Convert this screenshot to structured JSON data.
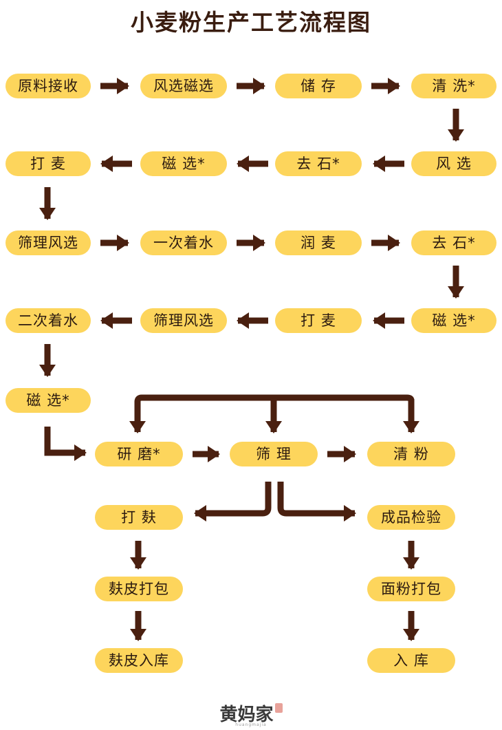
{
  "title": "小麦粉生产工艺流程图",
  "colors": {
    "node": "#fdd55c",
    "arrow": "#4a2010",
    "text": "#2b1a10"
  },
  "nodes": {
    "n1": "原料接收",
    "n2": "风选磁选",
    "n3": "储 存",
    "n4": "清 洗*",
    "n5": "风 选",
    "n6": "去 石*",
    "n7": "磁 选*",
    "n8": "打 麦",
    "n9": "筛理风选",
    "n10": "一次着水",
    "n11": "润 麦",
    "n12": "去 石*",
    "n13": "磁 选*",
    "n14": "打 麦",
    "n15": "筛理风选",
    "n16": "二次着水",
    "n17": "磁 选*",
    "n18": "研 磨*",
    "n19": "筛 理",
    "n20": "清 粉",
    "n21": "打 麸",
    "n22": "成品检验",
    "n23": "麸皮打包",
    "n24": "面粉打包",
    "n25": "麸皮入库",
    "n26": "入 库"
  },
  "footer": {
    "logo": "黄妈家",
    "sub": "huangmajia"
  }
}
